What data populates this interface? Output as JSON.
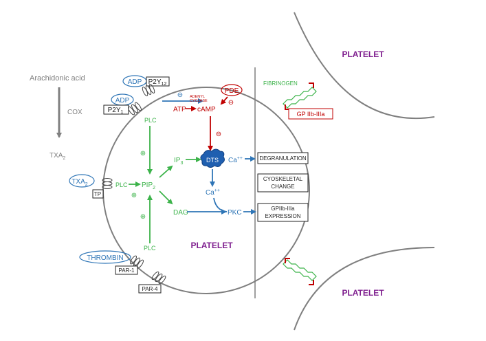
{
  "left_pathway": {
    "arachidonic_acid": "Arachidonic acid",
    "cox": "COX",
    "txa2": "TXA",
    "txa2_sub": "2"
  },
  "receptors": {
    "adp_top": "ADP",
    "p2y12": "P2Y",
    "p2y12_sub": "12",
    "adp_mid": "ADP",
    "p2y1": "P2Y",
    "p2y1_sub": "1",
    "txa2_ligand": "TXA",
    "txa2_ligand_sub": "2",
    "tp": "TP",
    "thrombin": "THROMBIN",
    "par1": "PAR-1",
    "par4": "PAR-4"
  },
  "signaling": {
    "minus_inhibit_ac": "⊖",
    "adenyl_cyclase_1": "ADENYL",
    "adenyl_cyclase_2": "CYCLASE",
    "pde": "PDE",
    "minus_pde": "⊖",
    "atp": "ATP",
    "camp": "cAMP",
    "minus_dts": "⊖",
    "plc_top": "PLC",
    "plc_left": "PLC",
    "plc_bottom": "PLC",
    "plus_top": "⊕",
    "plus_left": "⊕",
    "plus_bottom": "⊕",
    "pip2": "PIP",
    "pip2_sub": "2",
    "ip3": "IP",
    "ip3_sub": "3",
    "dag": "DAG",
    "dts": "DTS",
    "ca_top": "Ca",
    "ca_top_sup": "++",
    "ca_mid": "Ca",
    "ca_mid_sup": "++",
    "pkc": "PKC"
  },
  "outcomes": {
    "degranulation": "DEGRANULATION",
    "cytoskeletal_1": "CYOSKELETAL",
    "cytoskeletal_2": "CHANGE",
    "gp_expression_1": "GPIIb-IIIa",
    "gp_expression_2": "EXPRESSION"
  },
  "platelets": {
    "center": "PLATELET",
    "top_right": "PLATELET",
    "bottom_right": "PLATELET"
  },
  "aggregation": {
    "fibrinogen": "FIBRINOGEN",
    "gp_receptor": "GP IIb-IIIa"
  },
  "colors": {
    "blue": "#2e75b6",
    "green": "#3cb34a",
    "red": "#c00000",
    "gray": "#808080",
    "purple": "#7f1f8f"
  }
}
